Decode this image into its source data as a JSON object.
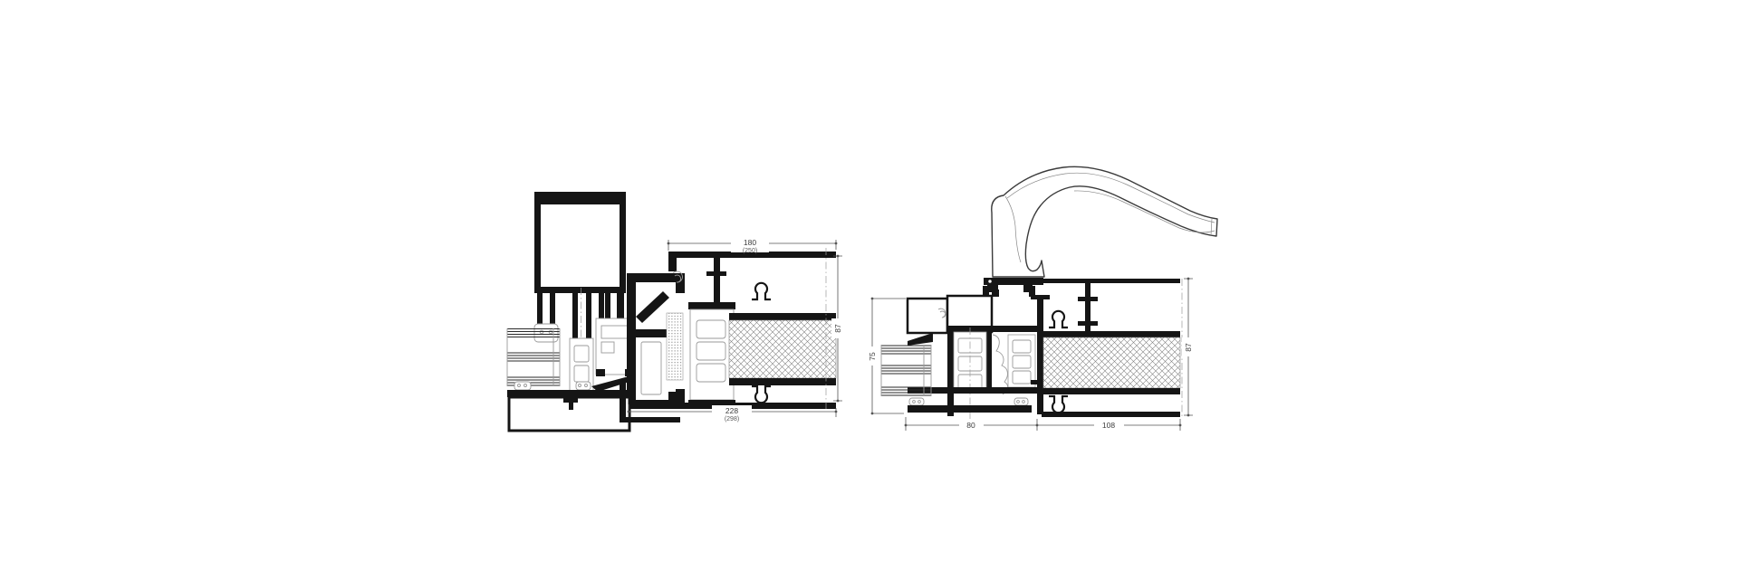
{
  "drawings": {
    "left_section": {
      "dimensions": {
        "top_width": "180",
        "top_width_alt": "(250)",
        "bottom_width": "228",
        "bottom_width_alt": "(298)",
        "right_height": "87"
      }
    },
    "right_section": {
      "dimensions": {
        "left_height": "75",
        "right_height": "87",
        "bottom_left_width": "80",
        "bottom_right_width": "108"
      }
    }
  },
  "colors": {
    "background": "#ffffff",
    "profile_black": "#151515",
    "detail_gray": "#9a9a9a",
    "dimension_gray": "#555555",
    "hatch_gray": "#808080"
  }
}
